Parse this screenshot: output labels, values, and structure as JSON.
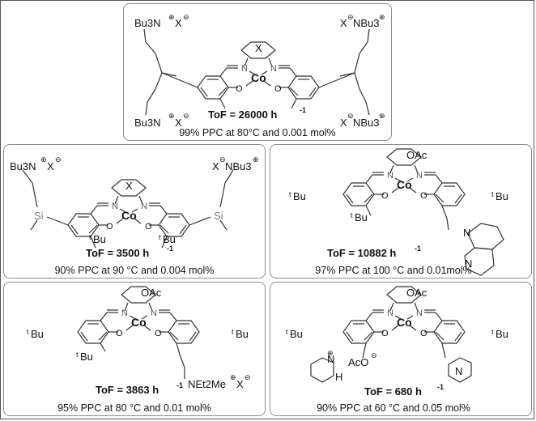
{
  "panels": [
    {
      "id": "p1",
      "ligand": "X",
      "substituents": {
        "tl": "Bu3N",
        "tl_charge": "⊕",
        "tl_anion": "X",
        "tr": "X",
        "tr_cation": "NBu3",
        "bl": "Bu3N",
        "br": "X",
        "br_cation": "NBu3"
      },
      "tof_label": "ToF = 26000 h",
      "tof_exp": "-1",
      "caption": "99% PPC at 80°C and 0.001 mol%"
    },
    {
      "id": "p2",
      "ligand": "X",
      "substituents": {
        "tl": "Bu3N",
        "tr": "NBu3",
        "si_l": "Si",
        "si_r": "Si",
        "tbu": "Bu"
      },
      "tof_label": "ToF = 3500 h",
      "tof_exp": "-1",
      "caption": "90% PPC at 90 °C and 0.004 mol%"
    },
    {
      "id": "p3",
      "ligand": "OAc",
      "substituents": {
        "tbu": "Bu",
        "n1": "N",
        "n2": "N"
      },
      "tof_label": "ToF = 10882 h",
      "tof_exp": "-1",
      "caption": "97% PPC at 100 °C and 0.01mol%"
    },
    {
      "id": "p4",
      "ligand": "OAc",
      "substituents": {
        "tbu": "Bu",
        "amine": "NEt2Me",
        "anion": "X"
      },
      "tof_label": "ToF = 3863 h",
      "tof_exp": "-1",
      "caption": "95% PPC at 80 °C and 0.01 mol%"
    },
    {
      "id": "p5",
      "ligand": "OAc",
      "substituents": {
        "tbu": "Bu",
        "nh": "N",
        "h": "H",
        "aco": "AcO",
        "n": "N"
      },
      "tof_label": "ToF = 680 h",
      "tof_exp": "-1",
      "caption": "90% PPC at 60 °C and 0.05 mol%"
    }
  ],
  "atoms": {
    "co": "Co",
    "o": "O",
    "n": "N",
    "t": "t"
  }
}
